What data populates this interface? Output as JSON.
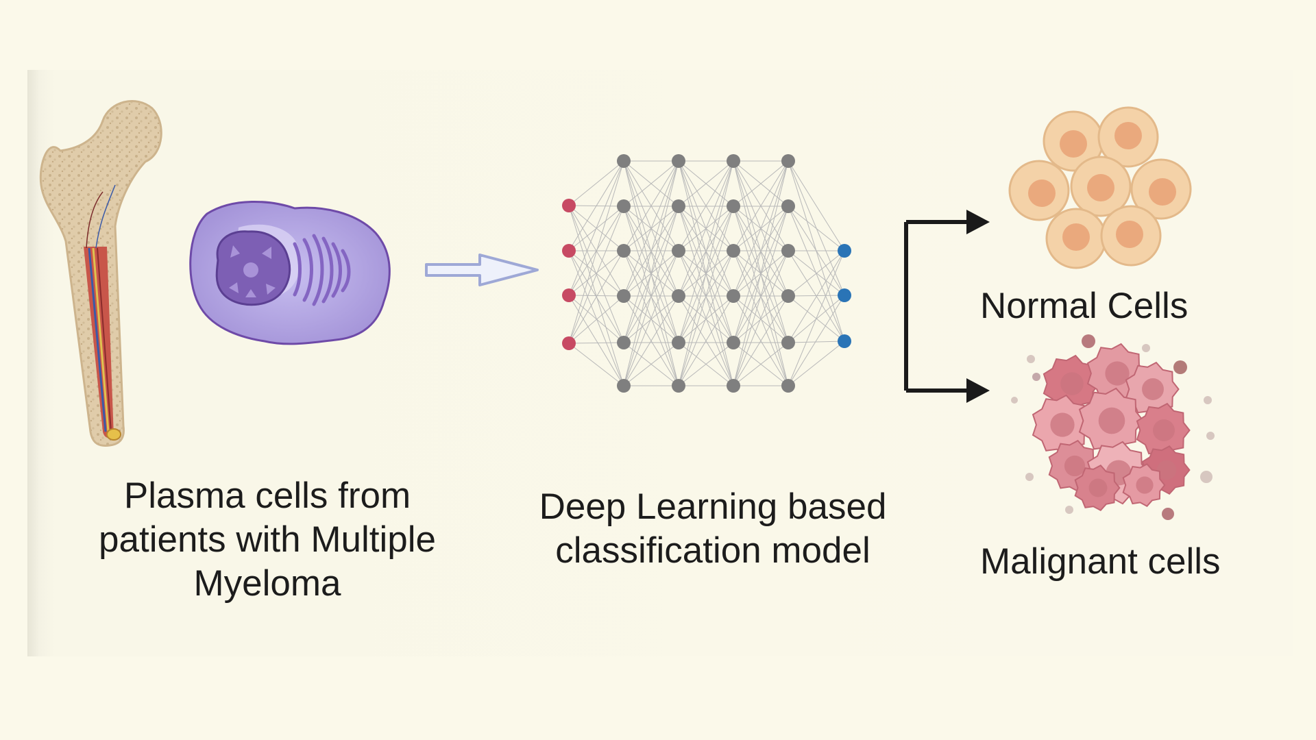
{
  "labels": {
    "plasma_line1": "Plasma cells from",
    "plasma_line2": "patients with Multiple",
    "plasma_line3": "Myeloma",
    "dl_line1": "Deep Learning based",
    "dl_line2": "classification model",
    "normal": "Normal Cells",
    "malignant": "Malignant cells"
  },
  "colors": {
    "background": "#fbf9ea",
    "input_node": "#c74a63",
    "hidden_node": "#7f7f7f",
    "output_node": "#2a74b6",
    "connector": "#1a1a1a",
    "normal_cell": "#f4d2a8",
    "normal_nucleus": "#eaa97d",
    "malignant_cell": "#e39aa2",
    "plasma_cell": "#b3a8df",
    "plasma_nucleus": "#7d5fb4"
  },
  "network": {
    "layers": [
      {
        "role": "input",
        "nodes": 4
      },
      {
        "role": "hidden",
        "nodes": 6
      },
      {
        "role": "hidden",
        "nodes": 6
      },
      {
        "role": "hidden",
        "nodes": 6
      },
      {
        "role": "hidden",
        "nodes": 6
      },
      {
        "role": "output",
        "nodes": 3
      }
    ]
  },
  "icons": [
    "femur-bone-icon",
    "plasma-cell-icon",
    "input-arrow-icon",
    "neural-network-icon",
    "branch-arrow-icon",
    "normal-cells-icon",
    "malignant-cells-icon"
  ]
}
